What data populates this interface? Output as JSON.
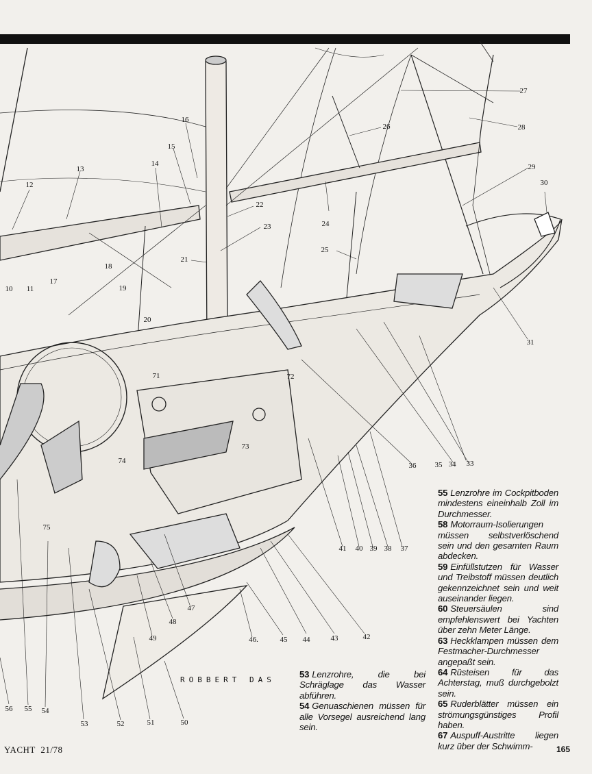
{
  "footer": {
    "magazine": "YACHT",
    "issue": "21/78",
    "page_number": "165"
  },
  "illustrator_signature": "ROBBERT DAS",
  "callout_numbers": [
    "10",
    "11",
    "12",
    "13",
    "14",
    "15",
    "16",
    "17",
    "18",
    "19",
    "20",
    "21",
    "22",
    "23",
    "24",
    "25",
    "26",
    "27",
    "28",
    "29",
    "30",
    "31",
    "33",
    "34",
    "35",
    "36",
    "37",
    "38",
    "39",
    "40",
    "41",
    "42",
    "43",
    "44",
    "45",
    "46.",
    "47",
    "48",
    "49",
    "50",
    "51",
    "52",
    "53",
    "54",
    "55",
    "56",
    "71",
    "72",
    "73",
    "74",
    "75"
  ],
  "captions_right": [
    {
      "num": "55",
      "text": "Lenzrohre im Cockpitboden mindestens eineinhalb Zoll im Durchmesser."
    },
    {
      "num": "58",
      "text": "Motorraum-Isolierungen müssen selbstverlöschend sein und den gesamten Raum abdecken."
    },
    {
      "num": "59",
      "text": "Einfüllstutzen für Wasser und Treibstoff müssen deutlich gekennzeichnet sein und weit auseinander liegen."
    },
    {
      "num": "60",
      "text": "Steuersäulen sind empfehlenswert bei Yachten über zehn Meter Länge."
    },
    {
      "num": "63",
      "text": "Heckklampen müssen dem Festmacher-Durchmesser angepaßt sein."
    },
    {
      "num": "64",
      "text": "Rüsteisen für das Achterstag, muß durchgebolzt sein."
    },
    {
      "num": "65",
      "text": "Ruderblätter müssen ein strömungsgünstiges Profil haben."
    },
    {
      "num": "67",
      "text": "Auspuff-Austritte liegen kurz über der Schwimm-"
    }
  ],
  "captions_left": [
    {
      "num": "53",
      "text": "Lenzrohre, die bei Schräglage das Wasser abführen."
    },
    {
      "num": "54",
      "text": "Genuaschienen müssen für alle Vorsegel ausreichend lang sein."
    }
  ]
}
